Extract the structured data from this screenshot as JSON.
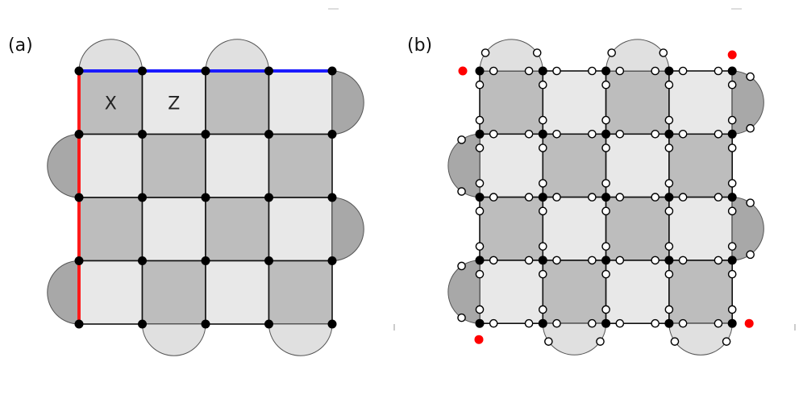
{
  "panels": {
    "a": {
      "label": "(a)"
    },
    "b": {
      "label": "(b)"
    }
  },
  "lattice": {
    "rows": 4,
    "cols": 4
  },
  "plaquette_labels": {
    "x": "X",
    "z": "Z"
  },
  "colors": {
    "light_face": "#e8e8e8",
    "dark_face": "#bdbdbd",
    "light_semicircle": "#e0e0e0",
    "dark_semicircle": "#a8a8a8",
    "edge": "#111111",
    "logical_z": "#1a1aff",
    "logical_x": "#ff1a1a",
    "qubit": "#000000",
    "ancilla_open": "#ffffff",
    "special_qubit": "#ff0000"
  }
}
